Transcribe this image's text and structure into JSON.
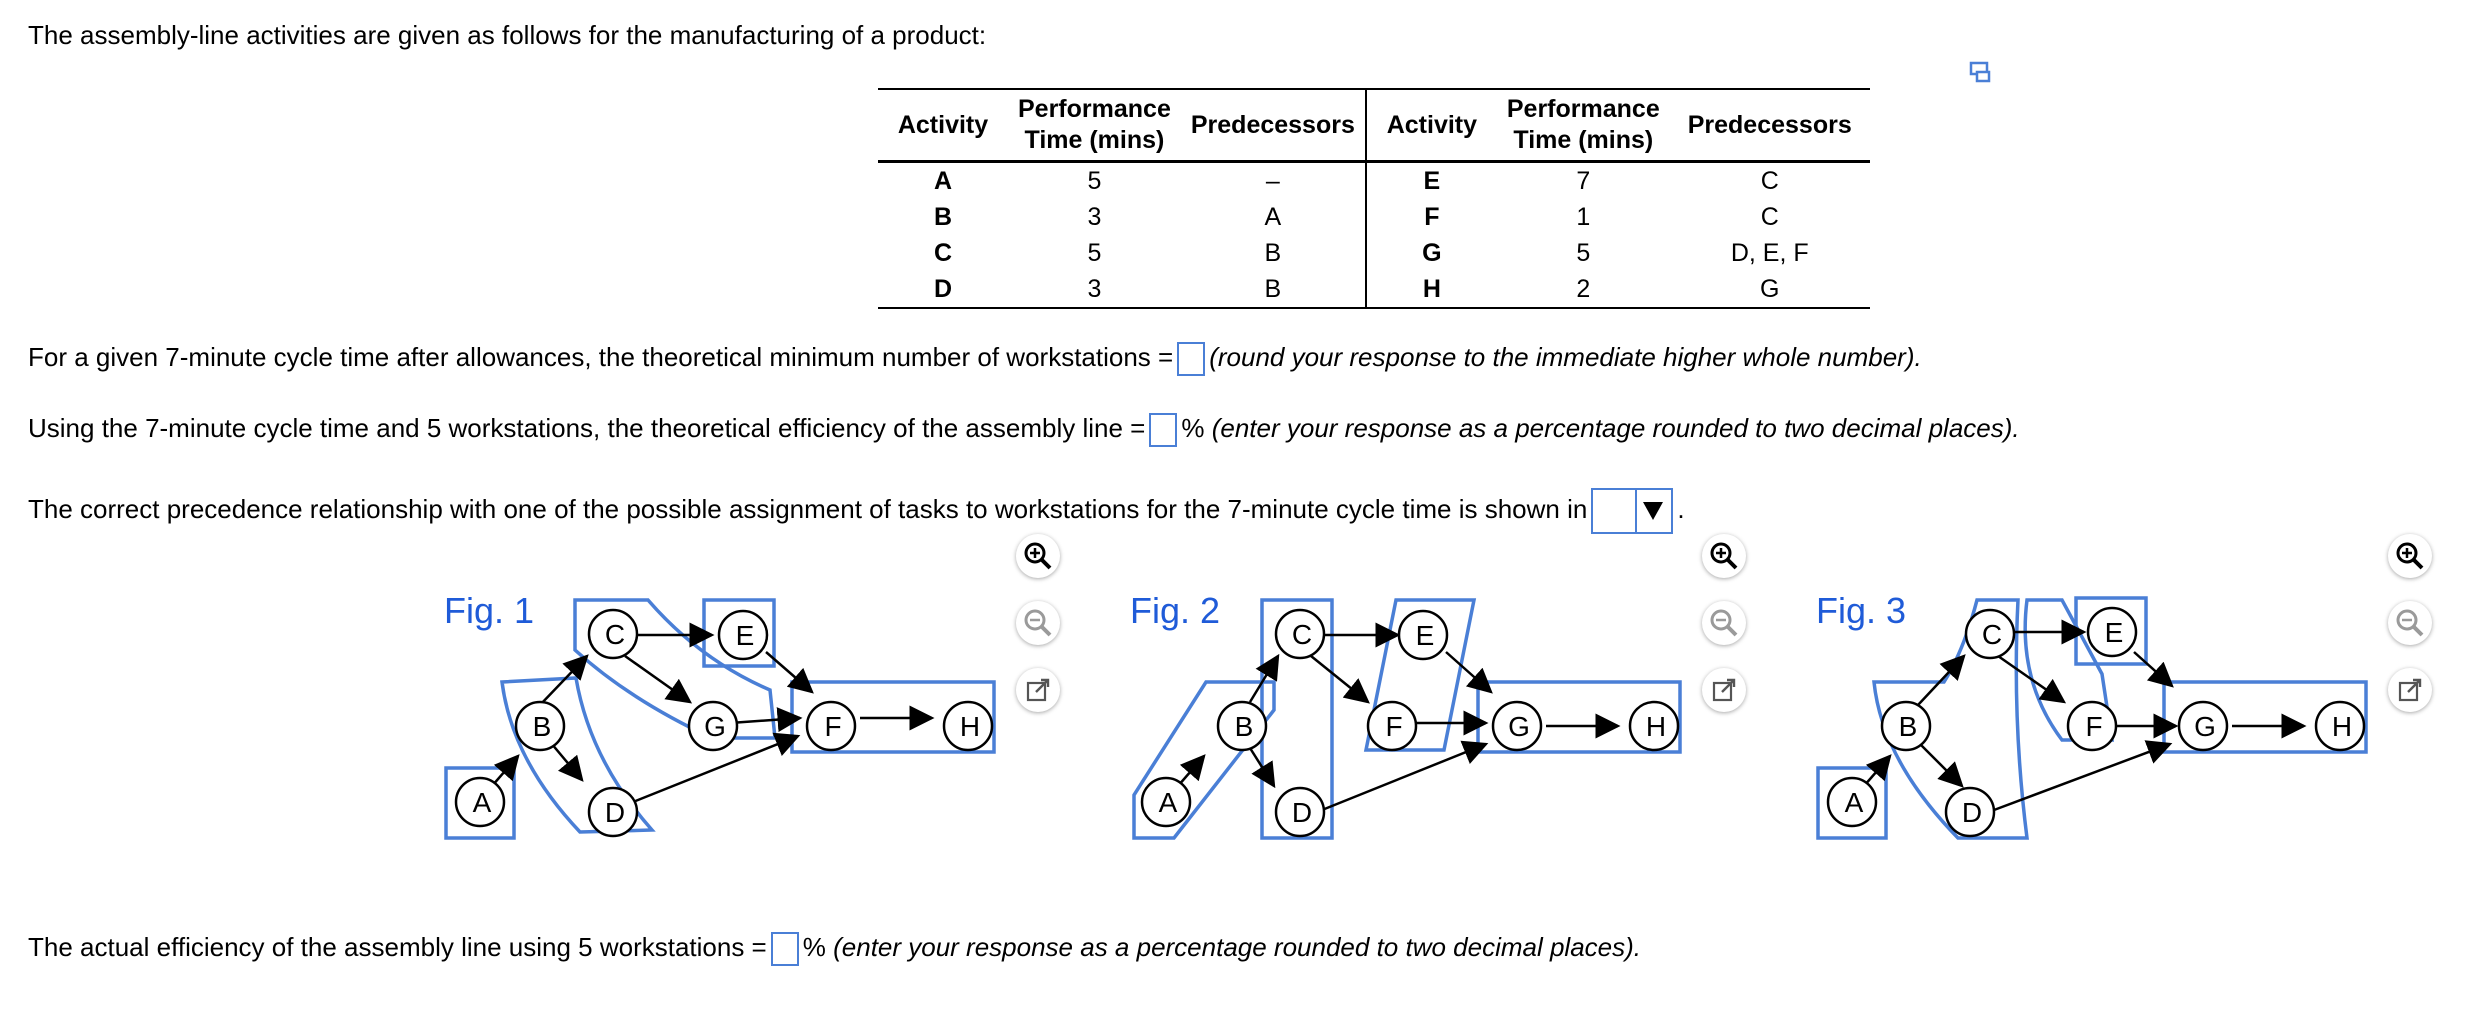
{
  "intro": "The assembly-line activities are given as follows for the manufacturing of a product:",
  "table": {
    "headers": {
      "activity": "Activity",
      "perf_line1": "Performance",
      "perf_line2": "Time (mins)",
      "pred": "Predecessors"
    },
    "rows": [
      {
        "a1": "A",
        "t1": "5",
        "p1": "–",
        "a2": "E",
        "t2": "7",
        "p2": "C"
      },
      {
        "a1": "B",
        "t1": "3",
        "p1": "A",
        "a2": "F",
        "t2": "1",
        "p2": "C"
      },
      {
        "a1": "C",
        "t1": "5",
        "p1": "B",
        "a2": "G",
        "t2": "5",
        "p2": "D, E, F"
      },
      {
        "a1": "D",
        "t1": "3",
        "p1": "B",
        "a2": "H",
        "t2": "2",
        "p2": "G"
      }
    ]
  },
  "q1": {
    "text": "For a given 7-minute cycle time after allowances, the theoretical minimum number of workstations =",
    "hint": "(round your response to the immediate higher whole number)."
  },
  "q2": {
    "text": "Using the 7-minute cycle time and 5 workstations, the theoretical efficiency of the assembly line =",
    "unit": "%",
    "hint": "(enter your response as a percentage rounded to two decimal places)."
  },
  "q3": {
    "text": "The correct precedence relationship with one of the possible assignment of tasks to workstations for the 7-minute cycle time is shown in",
    "end": "."
  },
  "q4": {
    "text": "The actual efficiency of the assembly line using 5 workstations =",
    "unit": "%",
    "hint": "(enter your response as a percentage rounded to two decimal places)."
  },
  "figures": [
    {
      "label": "Fig. 1"
    },
    {
      "label": "Fig. 2"
    },
    {
      "label": "Fig. 3"
    }
  ],
  "nodes": [
    "A",
    "B",
    "C",
    "D",
    "E",
    "F",
    "G",
    "H"
  ],
  "colors": {
    "accent": "#4a7fd6",
    "figlabel": "#1f5bd8"
  },
  "icons": [
    "copy-icon",
    "zoom-in-icon",
    "zoom-out-icon",
    "open-external-icon"
  ]
}
